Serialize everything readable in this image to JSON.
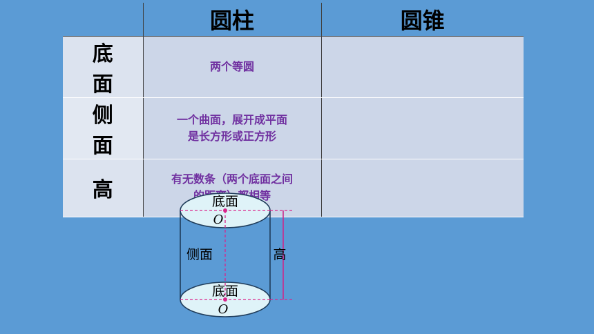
{
  "table": {
    "headers": [
      "",
      "圆柱",
      "圆锥"
    ],
    "rows": [
      {
        "label": "底 面",
        "cylinder": [
          "两个等圆"
        ],
        "cone": ""
      },
      {
        "label": "侧 面",
        "cylinder": [
          "一个曲面，展开成平面",
          "是长方形或正方形"
        ],
        "cone": ""
      },
      {
        "label": "高",
        "cylinder": [
          "有无数条（两个底面之间",
          "的距离）都相等"
        ],
        "cone": ""
      }
    ]
  },
  "diagram": {
    "top_base_label": "底面",
    "top_center_label": "O",
    "side_label": "侧面",
    "height_label": "高",
    "bottom_base_label": "底面",
    "bottom_center_label": "O",
    "colors": {
      "outline": "#1f3c5a",
      "base_fill": "#dff3f8",
      "dashed": "#d9268c",
      "height_line": "#cc2a8c",
      "center_point": "#d9268c"
    }
  }
}
